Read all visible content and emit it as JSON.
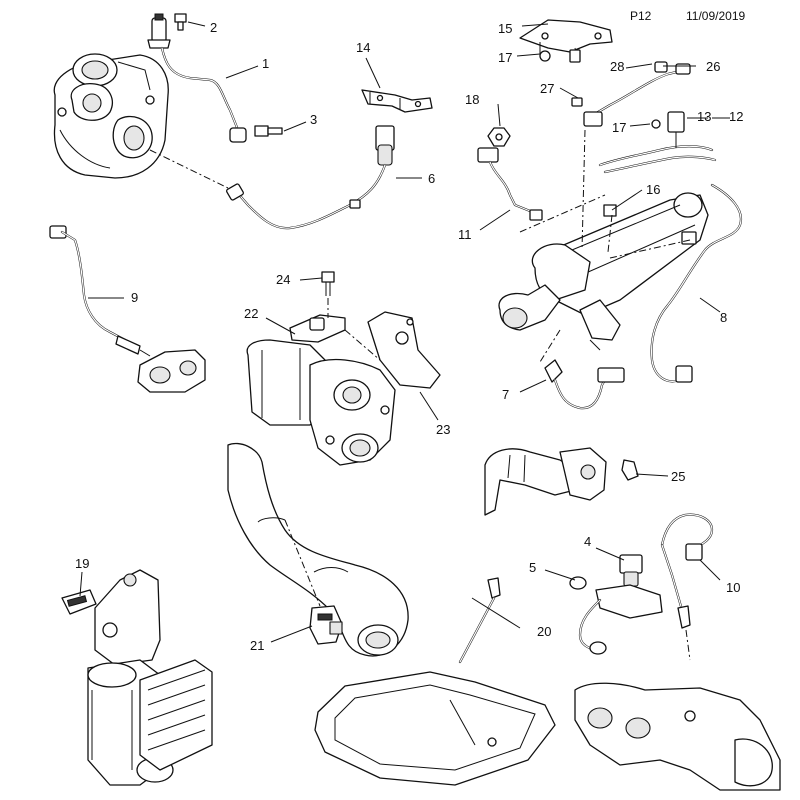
{
  "header": {
    "page_code": "P12",
    "date": "11/09/2019"
  },
  "callouts": [
    {
      "id": "c1",
      "label": "1"
    },
    {
      "id": "c2",
      "label": "2"
    },
    {
      "id": "c3",
      "label": "3"
    },
    {
      "id": "c4",
      "label": "4"
    },
    {
      "id": "c5",
      "label": "5"
    },
    {
      "id": "c6",
      "label": "6"
    },
    {
      "id": "c7",
      "label": "7"
    },
    {
      "id": "c8",
      "label": "8"
    },
    {
      "id": "c9",
      "label": "9"
    },
    {
      "id": "c10",
      "label": "10"
    },
    {
      "id": "c11",
      "label": "11"
    },
    {
      "id": "c12",
      "label": "12"
    },
    {
      "id": "c13",
      "label": "13"
    },
    {
      "id": "c14",
      "label": "14"
    },
    {
      "id": "c15",
      "label": "15"
    },
    {
      "id": "c16",
      "label": "16"
    },
    {
      "id": "c17a",
      "label": "17"
    },
    {
      "id": "c17b",
      "label": "17"
    },
    {
      "id": "c18",
      "label": "18"
    },
    {
      "id": "c19",
      "label": "19"
    },
    {
      "id": "c20",
      "label": "20"
    },
    {
      "id": "c21",
      "label": "21"
    },
    {
      "id": "c22",
      "label": "22"
    },
    {
      "id": "c23",
      "label": "23"
    },
    {
      "id": "c24",
      "label": "24"
    },
    {
      "id": "c25",
      "label": "25"
    },
    {
      "id": "c26",
      "label": "26"
    },
    {
      "id": "c27",
      "label": "27"
    },
    {
      "id": "c28",
      "label": "28"
    }
  ]
}
